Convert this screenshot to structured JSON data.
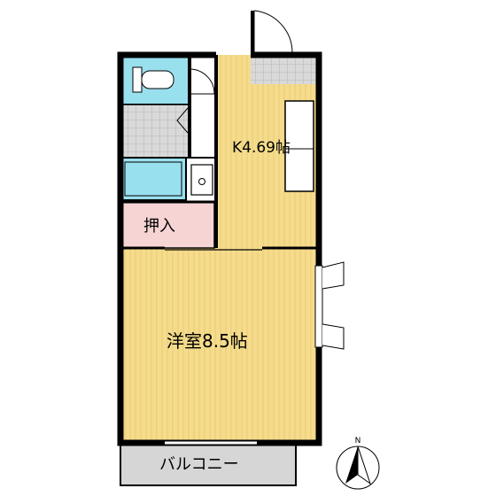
{
  "rooms": {
    "kitchen": {
      "label": "K4.69帖"
    },
    "western_room": {
      "label": "洋室8.5帖"
    },
    "closet": {
      "label": "押入"
    },
    "balcony": {
      "label": "バルコニー"
    }
  },
  "compass": {
    "north_label": "N"
  },
  "colors": {
    "floor_wood": "#f5dc8c",
    "floor_grain": "#e8c870",
    "closet_pink": "#f7d4d4",
    "wet_area_cyan": "#99e0ee",
    "tile_gray": "#d9d9d9",
    "balcony_gray": "#d6d6d6",
    "wall": "#000000"
  }
}
